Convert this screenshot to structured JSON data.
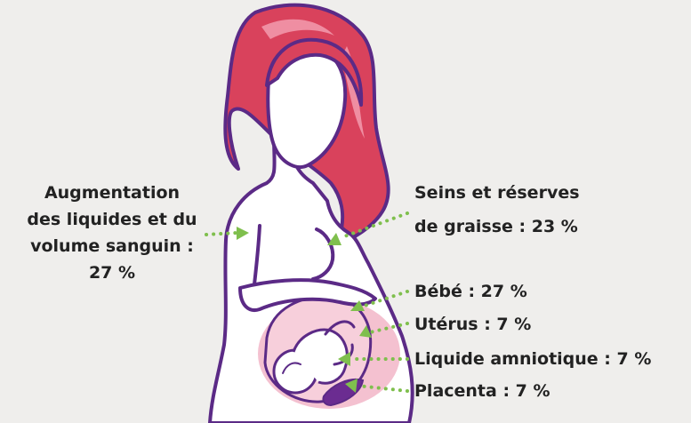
{
  "labels": {
    "fluids": {
      "lines": [
        "Augmentation",
        "des liquides et du",
        "volume sanguin :",
        "27 %"
      ]
    },
    "breasts": {
      "line1": "Seins et réserves",
      "line2": "de graisse : 23 %"
    },
    "baby": "Bébé : 27 %",
    "uterus": "Utérus : 7 %",
    "amniotic": "Liquide amniotique : 7 %",
    "placenta": "Placenta : 7 %"
  },
  "colors": {
    "background": "#efeeec",
    "hair": "#d9425c",
    "hair_highlight": "#ef8ea2",
    "outline": "#5b2a86",
    "skin": "#ffffff",
    "belly_glow": "#f2b6c8",
    "placenta": "#6b2c91",
    "arrow": "#7fbf4d",
    "text": "#222222"
  },
  "icons": {
    "arrow": "green-arrowhead-icon"
  }
}
